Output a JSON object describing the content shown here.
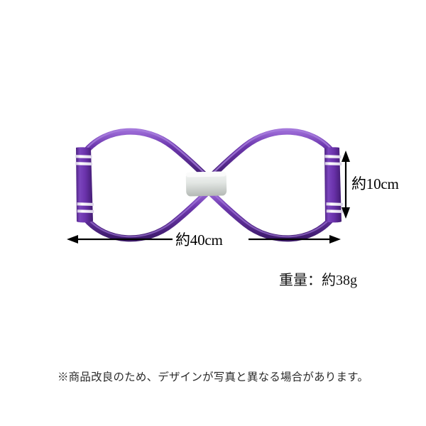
{
  "page": {
    "background_color": "#ffffff",
    "product_name": "figure-eight resistance exercise band"
  },
  "product": {
    "tube_color": "#5c2d96",
    "tube_highlight_color": "#9b6ad6",
    "tube_shadow_color": "#3d1a6b",
    "grip_color": "#6a32ab",
    "grip_stripe_color": "#f2f0f7",
    "connector_color": "#dfe3e0",
    "connector_shadow_color": "#b9beba"
  },
  "dimensions": {
    "width_label": "約40cm",
    "height_label": "約10cm",
    "arrow_color": "#000000"
  },
  "specs": {
    "weight_label": "重量：約38g"
  },
  "notes": {
    "disclaimer": "※商品改良のため、デザインが写真と異なる場合があります。"
  }
}
